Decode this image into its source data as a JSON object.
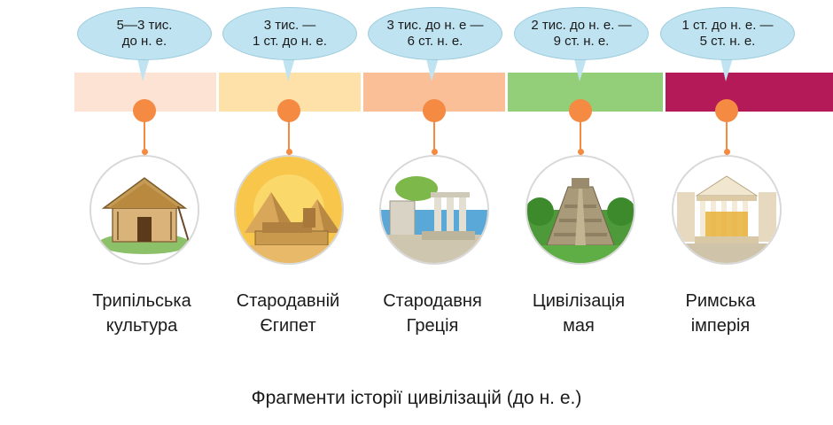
{
  "caption": "Фрагменти історії цивілізацій (до н. е.)",
  "colors": {
    "bubble": "#bfe3f1",
    "marker": "#f58a43",
    "bands": [
      "#fde3d3",
      "#fde1a8",
      "#fbbf98",
      "#93cf78",
      "#b41a58"
    ]
  },
  "periods": [
    {
      "date_line1": "5—3 тис.",
      "date_line2": "до н. е.",
      "label_line1": "Трипільська",
      "label_line2": "культура",
      "icon": "trypillian-hut-icon"
    },
    {
      "date_line1": "3 тис. —",
      "date_line2": "1 ст.  до н. е.",
      "label_line1": "Стародавній",
      "label_line2": "Єгипет",
      "icon": "sphinx-pyramids-icon"
    },
    {
      "date_line1": "3 тис. до н. е —",
      "date_line2": "6 ст. н. е.",
      "label_line1": "Стародавня",
      "label_line2": "Греція",
      "icon": "greek-ruins-icon"
    },
    {
      "date_line1": "2 тис. до н. е. —",
      "date_line2": "9 ст. н. е.",
      "label_line1": "Цивілізація",
      "label_line2": "мая",
      "icon": "maya-pyramid-icon"
    },
    {
      "date_line1": "1 ст.  до н. е. —",
      "date_line2": "5 ст. н. е.",
      "label_line1": "Римська",
      "label_line2": "імперія",
      "icon": "roman-temple-icon"
    }
  ]
}
